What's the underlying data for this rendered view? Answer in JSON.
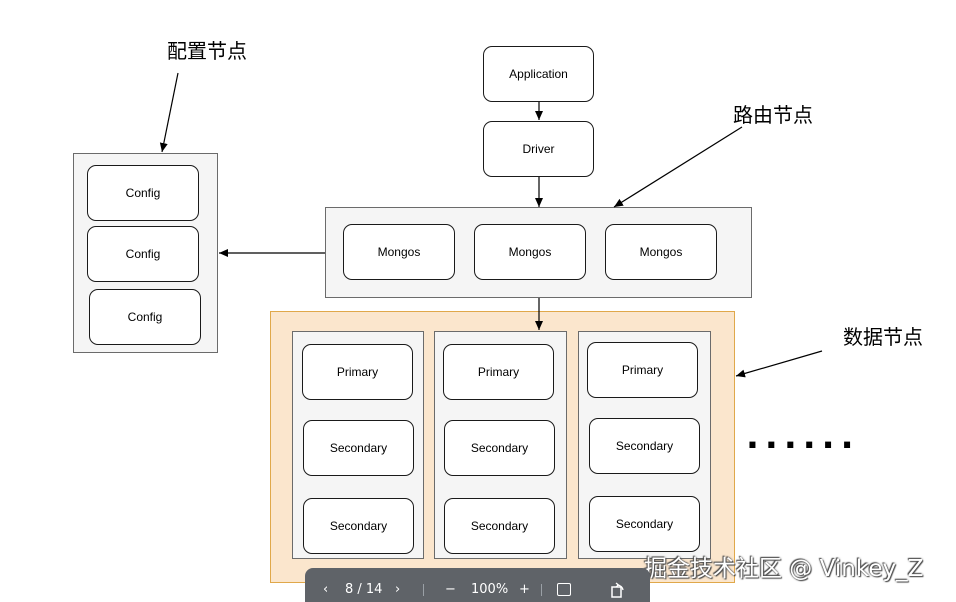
{
  "labels": {
    "config_nodes": "配置节点",
    "router_nodes": "路由节点",
    "data_nodes": "数据节点"
  },
  "app": {
    "application": "Application",
    "driver": "Driver"
  },
  "mongos": [
    "Mongos",
    "Mongos",
    "Mongos"
  ],
  "config": [
    "Config",
    "Config",
    "Config"
  ],
  "shards": [
    {
      "primary": "Primary",
      "secondaries": [
        "Secondary",
        "Secondary"
      ]
    },
    {
      "primary": "Primary",
      "secondaries": [
        "Secondary",
        "Secondary"
      ]
    },
    {
      "primary": "Primary",
      "secondaries": [
        "Secondary",
        "Secondary"
      ]
    }
  ],
  "ellipsis": "......",
  "toolbar": {
    "prev": "‹",
    "page": "8 / 14",
    "next": "›",
    "zoom_out": "−",
    "zoom": "100%",
    "zoom_in": "+"
  },
  "watermark": "掘金技术社区 @ Vinkey_Z",
  "colors": {
    "data_panel_fill": "#fbe6cd",
    "data_panel_border": "#e0a84a",
    "panel_fill": "#f5f5f5",
    "toolbar": "#5f6368"
  }
}
